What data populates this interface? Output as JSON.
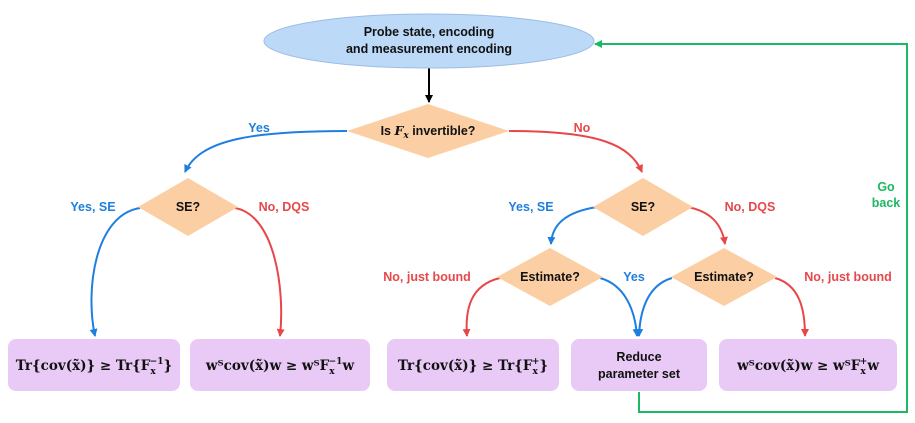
{
  "colors": {
    "blue": "#1f7fe0",
    "red": "#e8474a",
    "green": "#1db862",
    "diamond_fill": "#fbcfa3",
    "box_fill": "#e9c9f5",
    "ellipse_fill": "#bcd9f7"
  },
  "nodes": {
    "start": {
      "line1": "Probe state, encoding",
      "line2": "and measurement encoding"
    },
    "q_invertible": {
      "label_pre": "Is ",
      "label_F": "F",
      "label_sub": "x",
      "label_post": " invertible?"
    },
    "se_left": {
      "label": "SE?"
    },
    "se_right": {
      "label": "SE?"
    },
    "estimate_left": {
      "label": "Estimate?"
    },
    "estimate_right": {
      "label": "Estimate?"
    },
    "reduce": {
      "line1": "Reduce",
      "line2": "parameter set"
    },
    "box1": {
      "text": "Tr{cov(x̃)} ≥ Tr{F",
      "sub": "x",
      "sup": "−1",
      "end": "}"
    },
    "box2": {
      "text": "wᵀcov(x̃)w ≥ wᵀF",
      "sub": "x",
      "sup": "−1",
      "end": "w"
    },
    "box3": {
      "text": "Tr{cov(x̃)} ≥ Tr{F",
      "sub": "x",
      "sup": "+",
      "end": "}"
    },
    "box4": {
      "text": "wᵀcov(x̃)w ≥ wᵀF",
      "sub": "x",
      "sup": "+",
      "end": "w"
    }
  },
  "edges": {
    "yes": "Yes",
    "no": "No",
    "yes_se_left": "Yes, SE",
    "no_dqs_left": "No, DQS",
    "yes_se_right": "Yes, SE",
    "no_dqs_right": "No, DQS",
    "no_just_bound_left": "No, just bound",
    "yes_estimate": "Yes",
    "no_just_bound_right": "No, just bound",
    "go": "Go",
    "back": "back"
  }
}
